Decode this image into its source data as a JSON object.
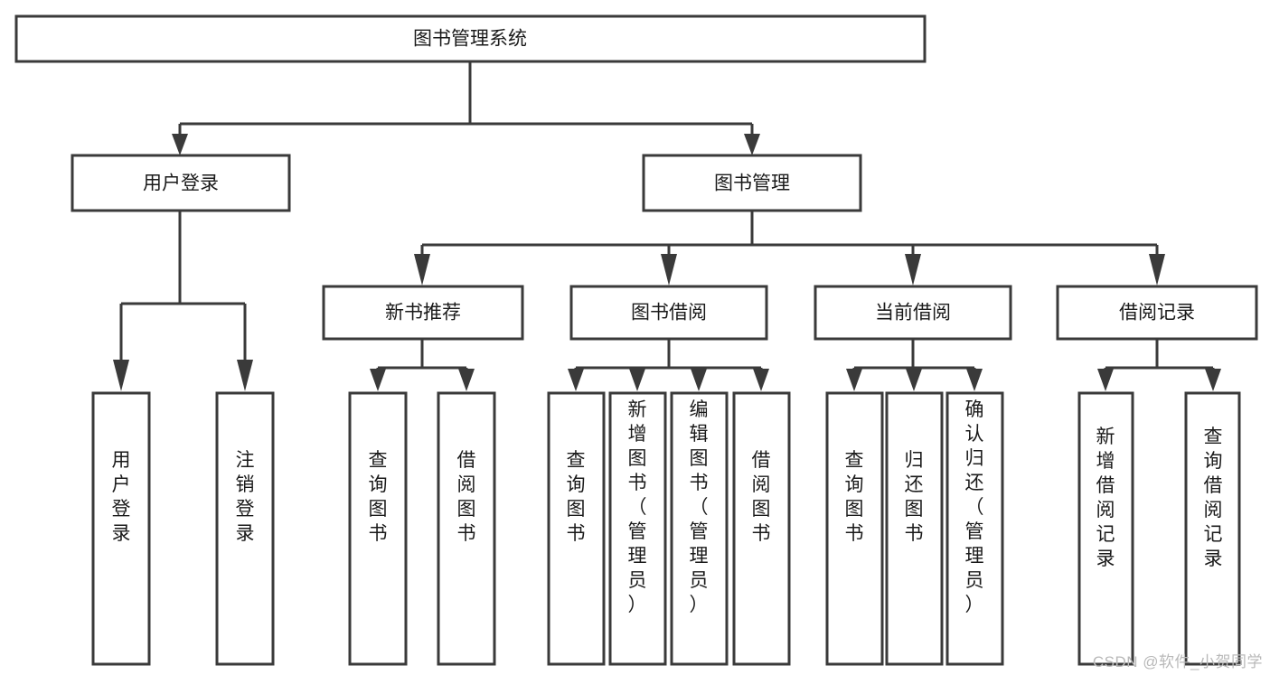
{
  "diagram": {
    "type": "tree-hierarchy",
    "title": "图书管理系统",
    "watermark": "CSDN @软件_小贺同学",
    "colors": {
      "background": "#ffffff",
      "box_fill": "#ffffff",
      "box_stroke": "#3a3a3a",
      "text": "#1a1a1a",
      "watermark": "#b9b9b9"
    },
    "levels": [
      {
        "level": 1,
        "nodes": [
          {
            "id": "root",
            "label": "图书管理系统",
            "orientation": "horizontal"
          }
        ]
      },
      {
        "level": 2,
        "nodes": [
          {
            "id": "user-login",
            "label": "用户登录",
            "parent": "root",
            "orientation": "horizontal"
          },
          {
            "id": "book-manage",
            "label": "图书管理",
            "parent": "root",
            "orientation": "horizontal"
          }
        ]
      },
      {
        "level": 3,
        "nodes": [
          {
            "id": "new-book-rec",
            "label": "新书推荐",
            "parent": "book-manage",
            "orientation": "horizontal"
          },
          {
            "id": "book-borrow",
            "label": "图书借阅",
            "parent": "book-manage",
            "orientation": "horizontal"
          },
          {
            "id": "current-borrow",
            "label": "当前借阅",
            "parent": "book-manage",
            "orientation": "horizontal"
          },
          {
            "id": "borrow-record",
            "label": "借阅记录",
            "parent": "book-manage",
            "orientation": "horizontal"
          }
        ]
      },
      {
        "level": 4,
        "nodes": [
          {
            "id": "leaf-1",
            "label": "用户登录",
            "parent": "user-login",
            "orientation": "vertical"
          },
          {
            "id": "leaf-2",
            "label": "注销登录",
            "parent": "user-login",
            "orientation": "vertical"
          },
          {
            "id": "leaf-3",
            "label": "查询图书",
            "parent": "new-book-rec",
            "orientation": "vertical"
          },
          {
            "id": "leaf-4",
            "label": "借阅图书",
            "parent": "new-book-rec",
            "orientation": "vertical"
          },
          {
            "id": "leaf-5",
            "label": "查询图书",
            "parent": "book-borrow",
            "orientation": "vertical"
          },
          {
            "id": "leaf-6",
            "label": "新增图书（管理员）",
            "parent": "book-borrow",
            "orientation": "vertical"
          },
          {
            "id": "leaf-7",
            "label": "编辑图书（管理员）",
            "parent": "book-borrow",
            "orientation": "vertical"
          },
          {
            "id": "leaf-8",
            "label": "借阅图书",
            "parent": "book-borrow",
            "orientation": "vertical"
          },
          {
            "id": "leaf-9",
            "label": "查询图书",
            "parent": "current-borrow",
            "orientation": "vertical"
          },
          {
            "id": "leaf-10",
            "label": "归还图书",
            "parent": "current-borrow",
            "orientation": "vertical"
          },
          {
            "id": "leaf-11",
            "label": "确认归还（管理员）",
            "parent": "current-borrow",
            "orientation": "vertical"
          },
          {
            "id": "leaf-12",
            "label": "新增借阅记录",
            "parent": "borrow-record",
            "orientation": "vertical"
          },
          {
            "id": "leaf-13",
            "label": "查询借阅记录",
            "parent": "borrow-record",
            "orientation": "vertical"
          }
        ]
      }
    ]
  }
}
